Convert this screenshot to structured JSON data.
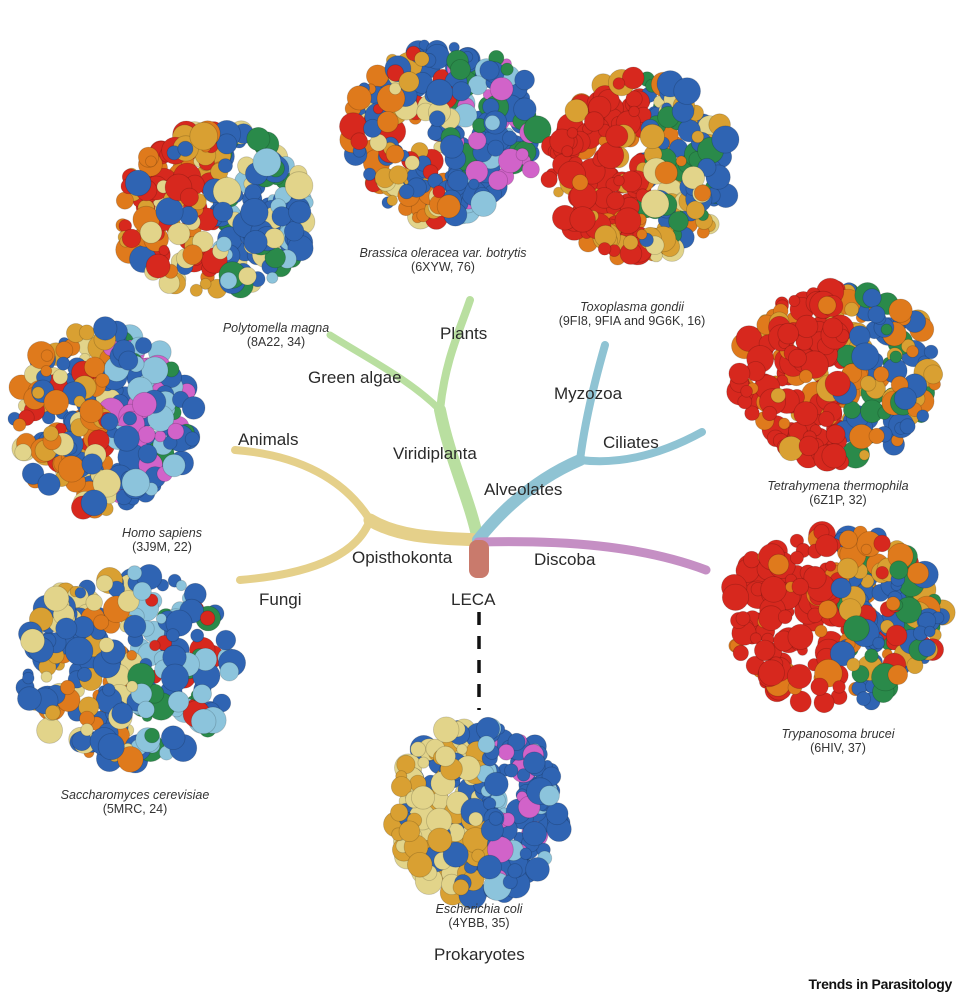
{
  "tree": {
    "root": "LECA",
    "clades": {
      "plants": "Plants",
      "green_algae": "Green algae",
      "viridiplanta": "Viridiplanta",
      "animals": "Animals",
      "opisthokonta": "Opisthokonta",
      "fungi": "Fungi",
      "myzozoa": "Myzozoa",
      "ciliates": "Ciliates",
      "alveolates": "Alveolates",
      "discoba": "Discoba",
      "prokaryotes": "Prokaryotes"
    },
    "colors": {
      "viridiplanta": "#b9dfa0",
      "opisthokonta": "#e5d08a",
      "alveolates": "#8fc3d3",
      "discoba": "#c58fc4",
      "leca": "#c97a6c"
    }
  },
  "structures": [
    {
      "id": "brassica",
      "species": "Brassica oleracea var. botrytis",
      "pdb": "(6XYW, 76)"
    },
    {
      "id": "polytomella",
      "species": "Polytomella magna",
      "pdb": "(8A22, 34)"
    },
    {
      "id": "toxoplasma",
      "species": "Toxoplasma gondii",
      "pdb": "(9FI8, 9FIA and 9G6K, 16)"
    },
    {
      "id": "homo",
      "species": "Homo sapiens",
      "pdb": "(3J9M, 22)"
    },
    {
      "id": "tetrahymena",
      "species": "Tetrahymena thermophila",
      "pdb": "(6Z1P, 32)"
    },
    {
      "id": "saccharomyces",
      "species": "Saccharomyces cerevisiae",
      "pdb": "(5MRC, 24)"
    },
    {
      "id": "trypanosoma",
      "species": "Trypanosoma brucei",
      "pdb": "(6HIV, 37)"
    },
    {
      "id": "escherichia",
      "species": "Escherichia coli",
      "pdb": "(4YBB, 35)"
    }
  ],
  "palette": {
    "red": "#d7281e",
    "orange": "#df7a1c",
    "gold": "#d9a032",
    "khaki": "#e2d48a",
    "blue": "#2f64b3",
    "lightblue": "#8cc4dc",
    "green": "#2a8a4a",
    "pink": "#d163c9"
  },
  "footer": {
    "journal": "Trends in Parasitology"
  }
}
